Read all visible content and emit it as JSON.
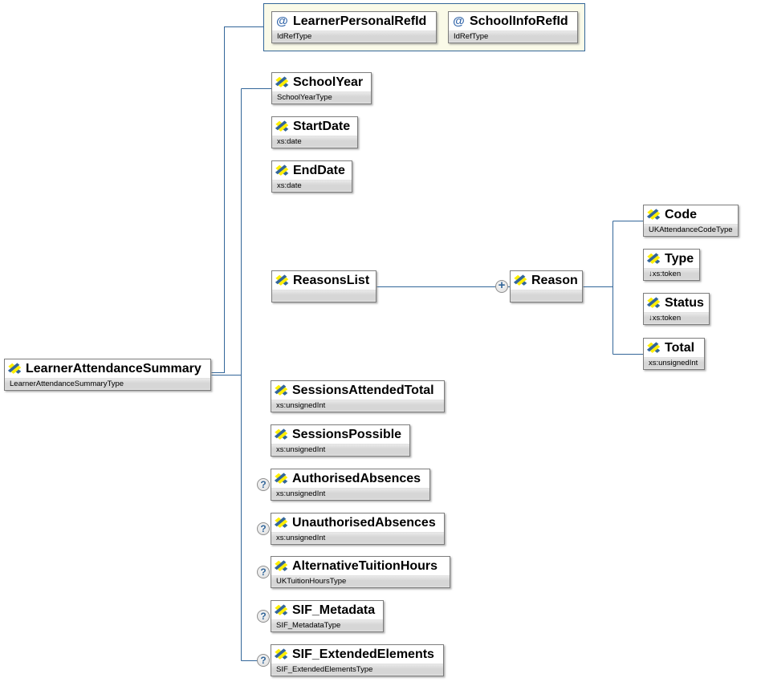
{
  "colors": {
    "background": "#ffffff",
    "line": "#336699",
    "box_border": "#7d7d7d",
    "box_title_bg": "#ffffff",
    "box_band_bg": "#d8d8d8",
    "attr_group_bg": "#fafae8",
    "attr_group_border": "#336699",
    "icon_yellow": "#ffef00",
    "icon_blue": "#336699",
    "badge_bg": "#e4e4e4",
    "badge_border": "#8f8f8f",
    "badge_glyph": "#336699",
    "text": "#000000"
  },
  "icons": {
    "attribute": "@",
    "optional": "?",
    "repeatable": "+"
  },
  "nodes": {
    "root": {
      "label": "LearnerAttendanceSummary",
      "type": "LearnerAttendanceSummaryType"
    },
    "learner_personal_refid": {
      "label": "LearnerPersonalRefId",
      "type": "IdRefType"
    },
    "school_info_refid": {
      "label": "SchoolInfoRefId",
      "type": "IdRefType"
    },
    "school_year": {
      "label": "SchoolYear",
      "type": "SchoolYearType"
    },
    "start_date": {
      "label": "StartDate",
      "type": "xs:date"
    },
    "end_date": {
      "label": "EndDate",
      "type": "xs:date"
    },
    "reasons_list": {
      "label": "ReasonsList",
      "type": ""
    },
    "reason": {
      "label": "Reason",
      "type": ""
    },
    "code": {
      "label": "Code",
      "type": "UKAttendanceCodeType"
    },
    "type": {
      "label": "Type",
      "type": "↓xs:token"
    },
    "status": {
      "label": "Status",
      "type": "↓xs:token"
    },
    "total": {
      "label": "Total",
      "type": "xs:unsignedInt"
    },
    "sessions_attended_total": {
      "label": "SessionsAttendedTotal",
      "type": "xs:unsignedInt"
    },
    "sessions_possible": {
      "label": "SessionsPossible",
      "type": "xs:unsignedInt"
    },
    "authorised_absences": {
      "label": "AuthorisedAbsences",
      "type": "xs:unsignedInt"
    },
    "unauthorised_absences": {
      "label": "UnauthorisedAbsences",
      "type": "xs:unsignedInt"
    },
    "alternative_tuition_hours": {
      "label": "AlternativeTuitionHours",
      "type": "UKTuitionHoursType"
    },
    "sif_metadata": {
      "label": "SIF_Metadata",
      "type": "SIF_MetadataType"
    },
    "sif_extended_elements": {
      "label": "SIF_ExtendedElements",
      "type": "SIF_ExtendedElementsType"
    }
  }
}
